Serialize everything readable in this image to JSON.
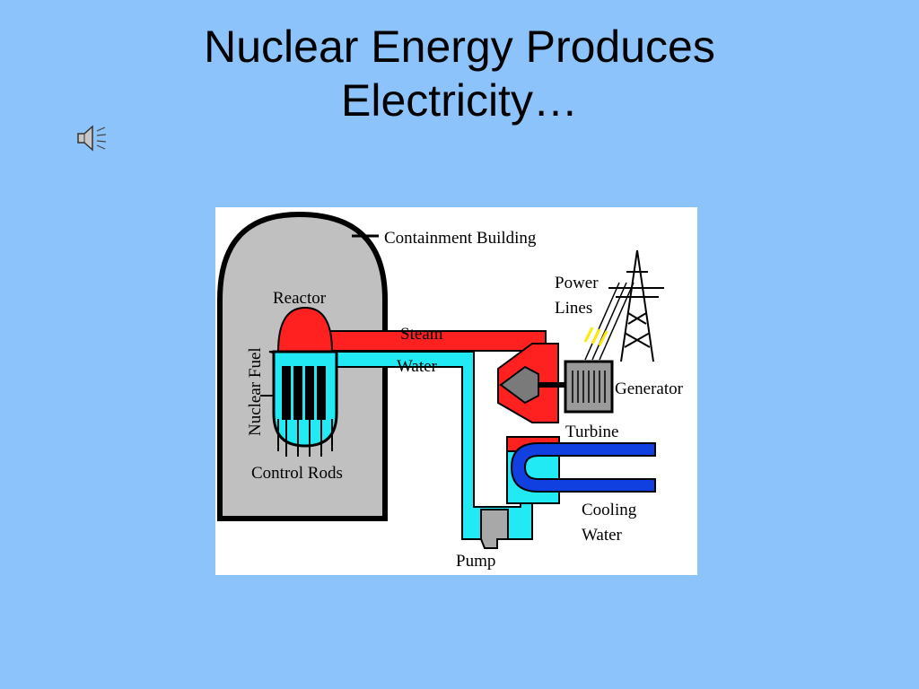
{
  "slide": {
    "title_line1": "Nuclear Energy Produces",
    "title_line2": "Electricity…"
  },
  "sound_icon": "speaker-icon",
  "diagram": {
    "labels": {
      "containment_building": "Containment Building",
      "reactor": "Reactor",
      "nuclear_fuel": "Nuclear Fuel",
      "control_rods": "Control Rods",
      "steam": "Steam",
      "water": "Water",
      "power_line1": "Power",
      "power_line2": "Lines",
      "generator": "Generator",
      "turbine": "Turbine",
      "cooling_line1": "Cooling",
      "cooling_line2": "Water",
      "pump": "Pump"
    },
    "colors": {
      "containment": "#c0c0c0",
      "steam": "#ff2020",
      "water": "#22eaf4",
      "cooling_pipe": "#1040e0",
      "generator": "#9a9a9a"
    }
  }
}
